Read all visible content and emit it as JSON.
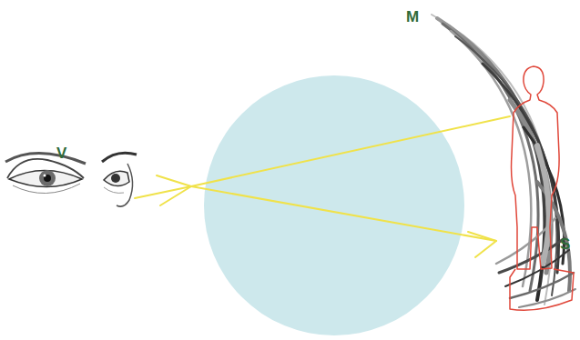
{
  "diagram": {
    "labels": [
      "V",
      "M",
      "S"
    ]
  }
}
